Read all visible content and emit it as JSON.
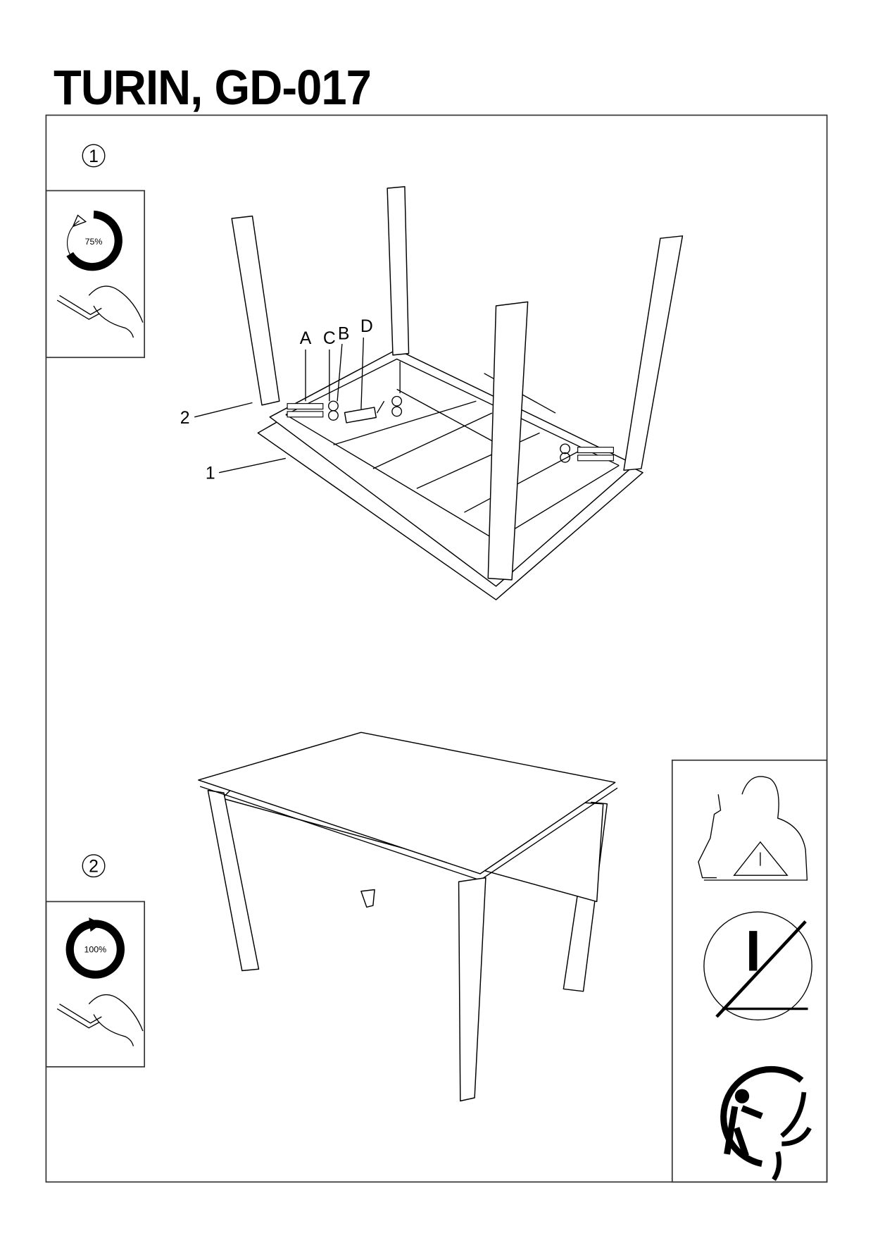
{
  "header": {
    "title": "TURIN, GD-017"
  },
  "steps": [
    {
      "number": "1",
      "tighten_percent": "75%",
      "part_labels": {
        "A": "A",
        "C": "C",
        "B": "B",
        "D": "D",
        "top": "1",
        "frame": "2"
      }
    },
    {
      "number": "2",
      "tighten_percent": "100%"
    }
  ],
  "icons": [
    "warning-person-icon",
    "no-standing-on-chair-icon",
    "recycle-disposal-icon",
    "hex-key-hand-icon",
    "rotate-tighten-icon"
  ]
}
